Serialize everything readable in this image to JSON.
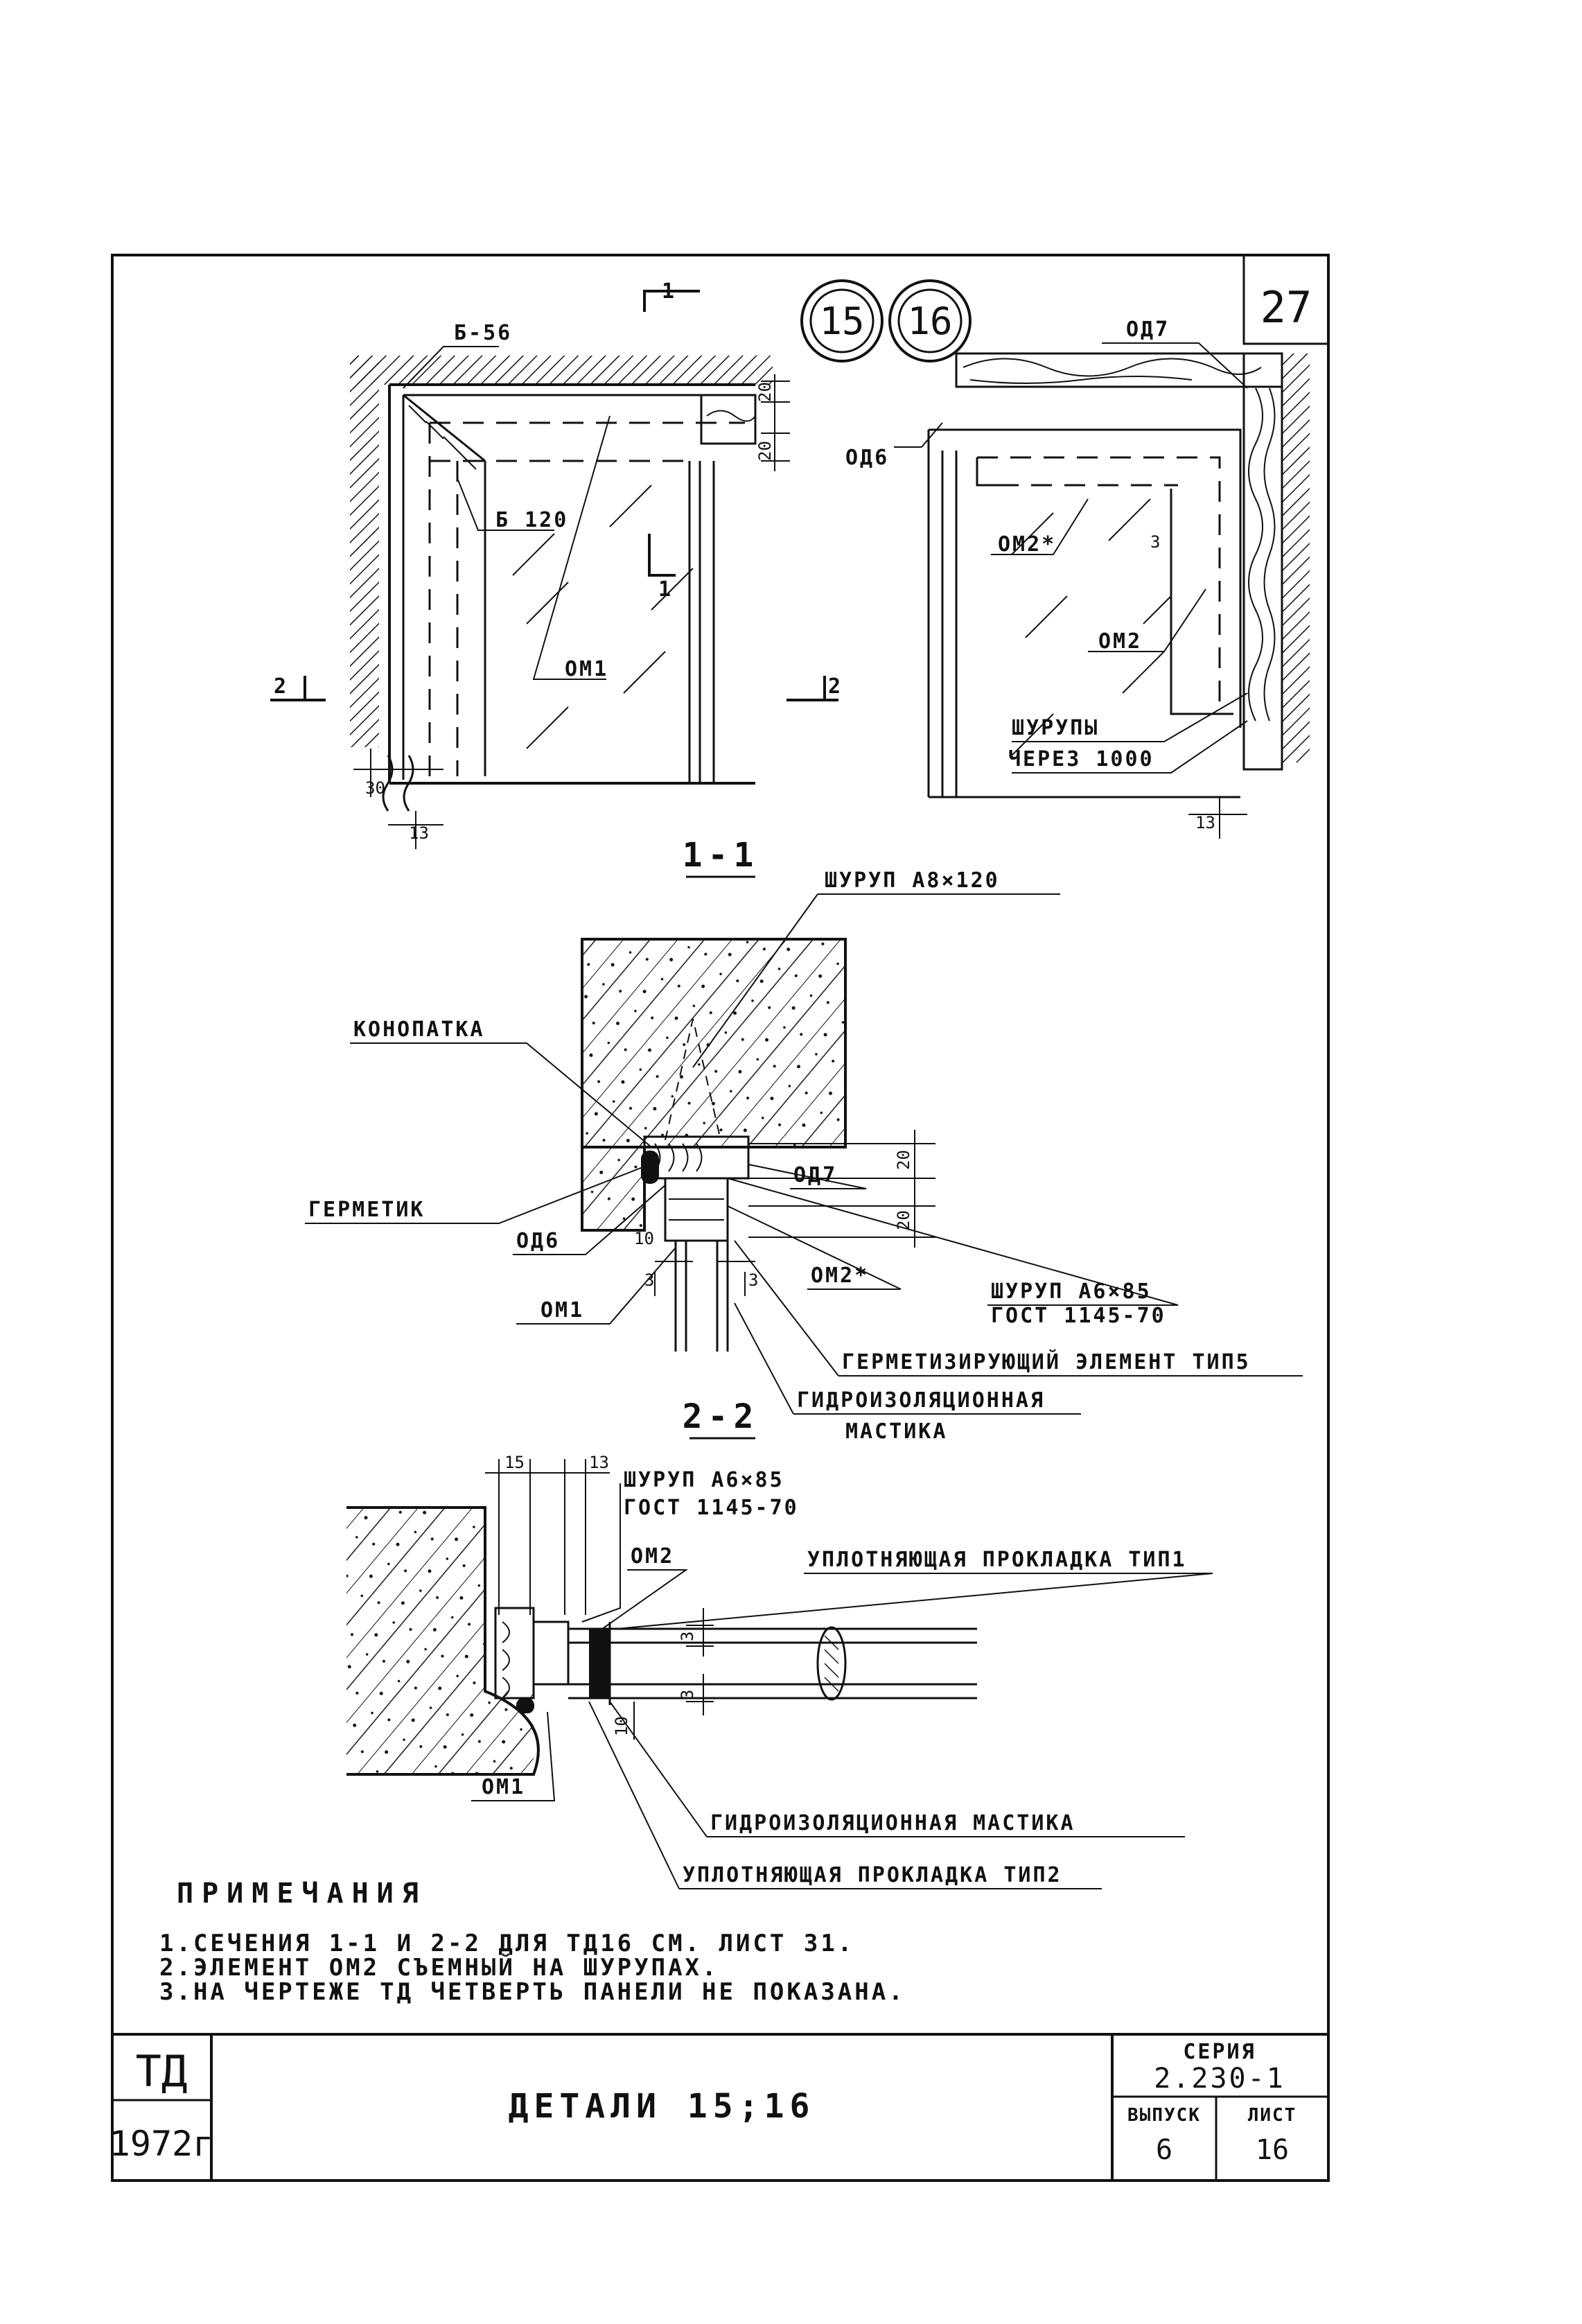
{
  "sheet_number": "27",
  "detail_markers": [
    "15",
    "16"
  ],
  "view_labels": {
    "top_left": [
      "Б-56",
      "Б 120",
      "ОМ1"
    ],
    "top_right": [
      "ОД7",
      "ОД6",
      "ОМ2*",
      "3",
      "ОМ2",
      "ШУРУПЫ",
      "ЧЕРЕЗ 1000"
    ],
    "section_cut_1": "1",
    "section_cut_2": "2"
  },
  "dimensions": {
    "top_left": [
      "20",
      "20",
      "30",
      "13"
    ],
    "top_right": [
      "13"
    ],
    "section_1_1": [
      "20",
      "20",
      "10",
      "3",
      "3"
    ],
    "section_2_2": [
      "15",
      "13",
      "3",
      "3",
      "10"
    ]
  },
  "section_1_1": {
    "title": "1-1",
    "labels": [
      "ШУРУП А8×120",
      "КОНОПАТКА",
      "ГЕРМЕТИК",
      "ОД7",
      "ОД6",
      "ОМ2*",
      "ОМ1",
      "ШУРУП А6×85",
      "ГОСТ 1145-70",
      "ГЕРМЕТИЗИРУЮЩИЙ ЭЛЕМЕНТ ТИП5",
      "ГИДРОИЗОЛЯЦИОННАЯ",
      "МАСТИКА"
    ]
  },
  "section_2_2": {
    "title": "2-2",
    "labels": [
      "ШУРУП А6×85",
      "ГОСТ 1145-70",
      "ОМ2",
      "УПЛОТНЯЮЩАЯ ПРОКЛАДКА ТИП1",
      "ОМ1",
      "ГИДРОИЗОЛЯЦИОННАЯ МАСТИКА",
      "УПЛОТНЯЮЩАЯ ПРОКЛАДКА ТИП2"
    ]
  },
  "notes": {
    "heading": "ПРИМЕЧАНИЯ",
    "items": [
      "1.СЕЧЕНИЯ 1-1 И 2-2 ДЛЯ ТД16  СМ. ЛИСТ 31.",
      "2.ЭЛЕМЕНТ ОМ2  СЪЕМНЫЙ НА ШУРУПАХ.",
      "3.НА ЧЕРТЕЖЕ ТД ЧЕТВЕРТЬ ПАНЕЛИ НЕ ПОКАЗАНА."
    ]
  },
  "title_block": {
    "code": "ТД",
    "year": "1972г",
    "title": "ДЕТАЛИ 15;16",
    "series_label": "СЕРИЯ",
    "series": "2.230-1",
    "issue_label": "ВЫПУСК",
    "issue": "6",
    "sheet_label": "ЛИСТ",
    "sheet": "16"
  }
}
